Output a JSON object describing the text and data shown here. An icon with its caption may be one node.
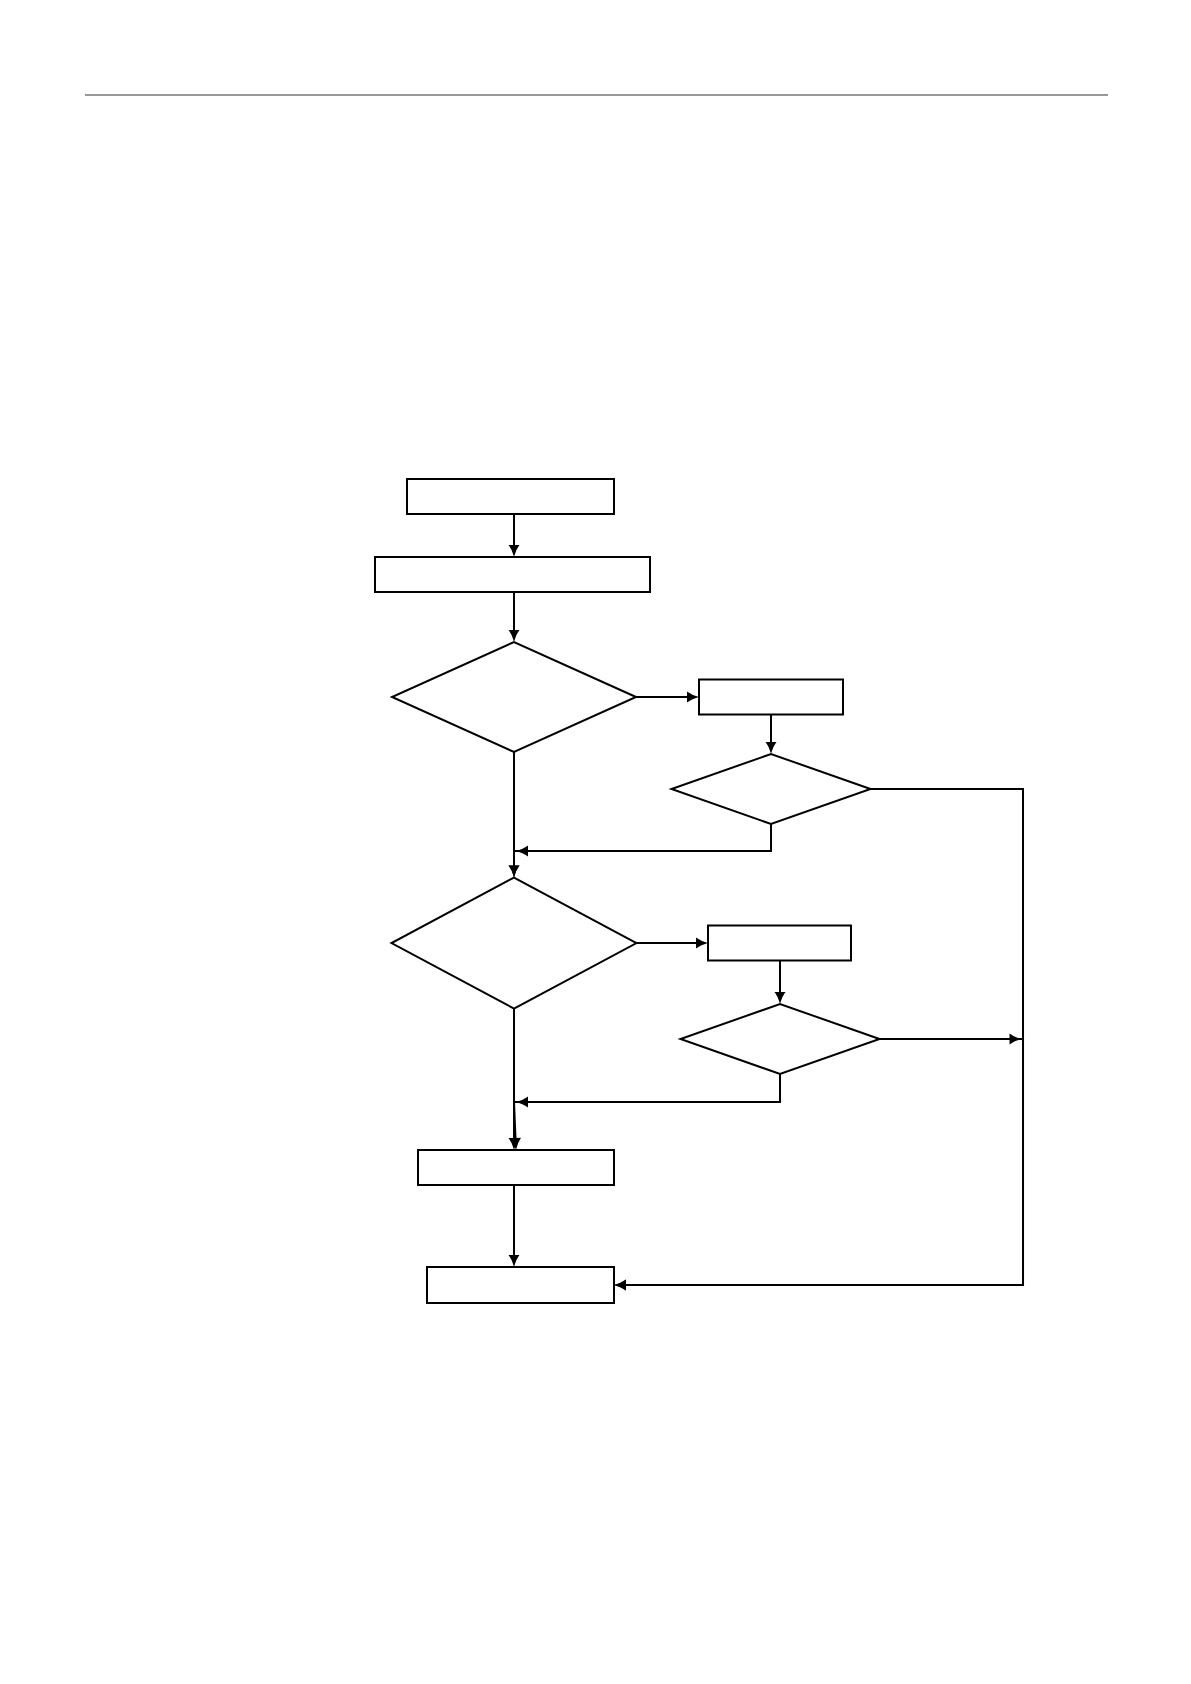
{
  "diagram": {
    "nodes": [
      {
        "text": [],
        "shape": "box"
      },
      {
        "text": [],
        "shape": "box"
      },
      {
        "text": [],
        "shape": "diamond"
      },
      {
        "text": [],
        "shape": "box"
      },
      {
        "text": [],
        "shape": "diamond"
      },
      {
        "text": [],
        "shape": "diamond"
      },
      {
        "text": [],
        "shape": "box"
      },
      {
        "text": [],
        "shape": "diamond"
      },
      {
        "text": [],
        "shape": "box"
      },
      {
        "text": [],
        "shape": "box"
      }
    ],
    "edges": [
      {
        "from": 0,
        "to": 1,
        "arrow": "to"
      },
      {
        "from": 1,
        "to": 2,
        "arrow": "to"
      },
      {
        "from": 2,
        "to": 3,
        "arrow": "to"
      },
      {
        "from": 3,
        "to": 4,
        "arrow": "to"
      },
      {
        "from": 4,
        "to": 5,
        "arrow": "to"
      },
      {
        "from": 2,
        "to": 5,
        "arrow": "to"
      },
      {
        "from": 4,
        "to": 9,
        "arrow": "to"
      },
      {
        "from": 5,
        "to": 6,
        "arrow": "to"
      },
      {
        "from": 6,
        "to": 7,
        "arrow": "to"
      },
      {
        "from": 7,
        "to": 8,
        "arrow": "to"
      },
      {
        "from": 5,
        "to": 8,
        "arrow": "to"
      },
      {
        "from": 7,
        "to": 9,
        "arrow": "to"
      },
      {
        "from": 8,
        "to": 9,
        "arrow": "to"
      }
    ]
  }
}
